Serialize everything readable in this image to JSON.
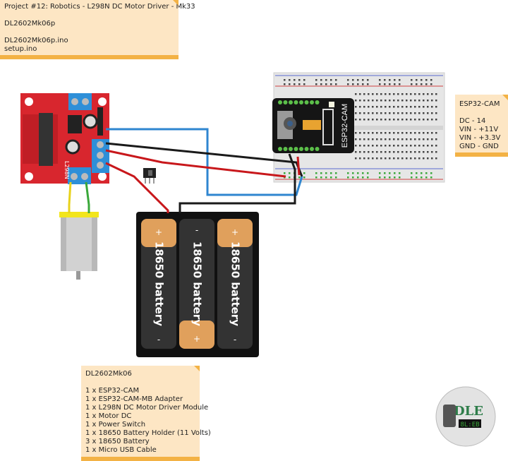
{
  "project_note": {
    "title": "Project #12: Robotics - L298N DC Motor Driver - Mk33",
    "sketch": "DL2602Mk06p",
    "files": [
      "DL2602Mk06p.ino",
      "setup.ino"
    ]
  },
  "pin_note": {
    "title": "ESP32-CAM",
    "lines": [
      "DC - 14",
      "VIN - +11V",
      "VIN - +3.3V",
      "GND - GND"
    ]
  },
  "parts_note": {
    "title": "DL2602Mk06",
    "items": [
      "1 x ESP32-CAM",
      "1 x ESP32-CAM-MB Adapter",
      "1 x L298N DC Motor Driver Module",
      "1 x Motor DC",
      "1 x Power Switch",
      "1 x 18650 Battery Holder (11 Volts)",
      "3 x 18650 Battery",
      "1 x Micro USB Cable"
    ]
  },
  "components": {
    "driver_label": "L298N",
    "esp_label": "ESP32-CAM",
    "battery_label": "18650 battery",
    "plus": "+",
    "minus": "-",
    "logo_text": "DLE",
    "logo_display": "8L:EB"
  },
  "colors": {
    "note_bg": "#fde6c4",
    "note_accent": "#f3b245",
    "driver_board": "#d8262e",
    "terminal": "#2e8fd8",
    "wire_red": "#c8171b",
    "wire_blue": "#2f86d0",
    "wire_black": "#1a1a1a",
    "wire_green": "#3aa83a",
    "wire_yellow": "#e8d21c"
  }
}
